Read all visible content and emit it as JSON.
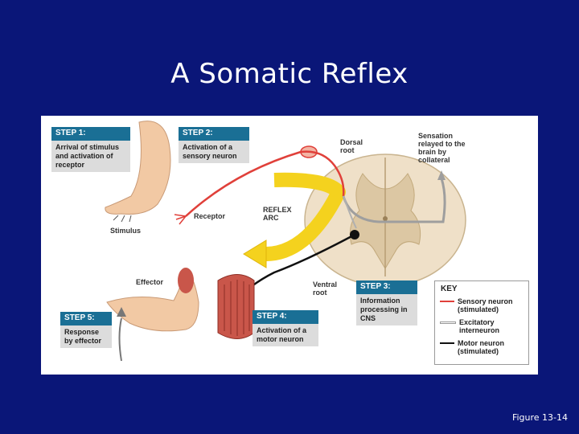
{
  "slide": {
    "title": "A Somatic Reflex",
    "caption": "Figure 13-14"
  },
  "steps": [
    {
      "head": "STEP 1:",
      "body": "Arrival of stimulus and activation of receptor"
    },
    {
      "head": "STEP 2:",
      "body": "Activation of a sensory neuron"
    },
    {
      "head": "STEP 3:",
      "body": "Information processing in CNS"
    },
    {
      "head": "STEP 4:",
      "body": "Activation of a motor neuron"
    },
    {
      "head": "STEP 5:",
      "body": "Response by effector"
    }
  ],
  "labels": {
    "dorsal_root": "Dorsal root",
    "sensation": "Sensation relayed to the brain by collateral",
    "reflex_arc": "REFLEX ARC",
    "receptor": "Receptor",
    "stimulus": "Stimulus",
    "effector": "Effector",
    "ventral_root": "Ventral root"
  },
  "key": {
    "title": "KEY",
    "items": [
      {
        "label": "Sensory neuron (stimulated)",
        "color": "#e0403a"
      },
      {
        "label": "Excitatory interneuron",
        "color": "#b0b0b0"
      },
      {
        "label": "Motor neuron (stimulated)",
        "color": "#111111"
      }
    ]
  },
  "colors": {
    "background": "#0a1678",
    "step_header": "#1a6f95",
    "step_body": "#dcdcdc",
    "sensory": "#e0403a",
    "motor": "#111111",
    "arc": "#f4d21e",
    "skin": "#f2c9a4",
    "spinal_tissue": "#efe0c8",
    "muscle": "#c9564a"
  }
}
